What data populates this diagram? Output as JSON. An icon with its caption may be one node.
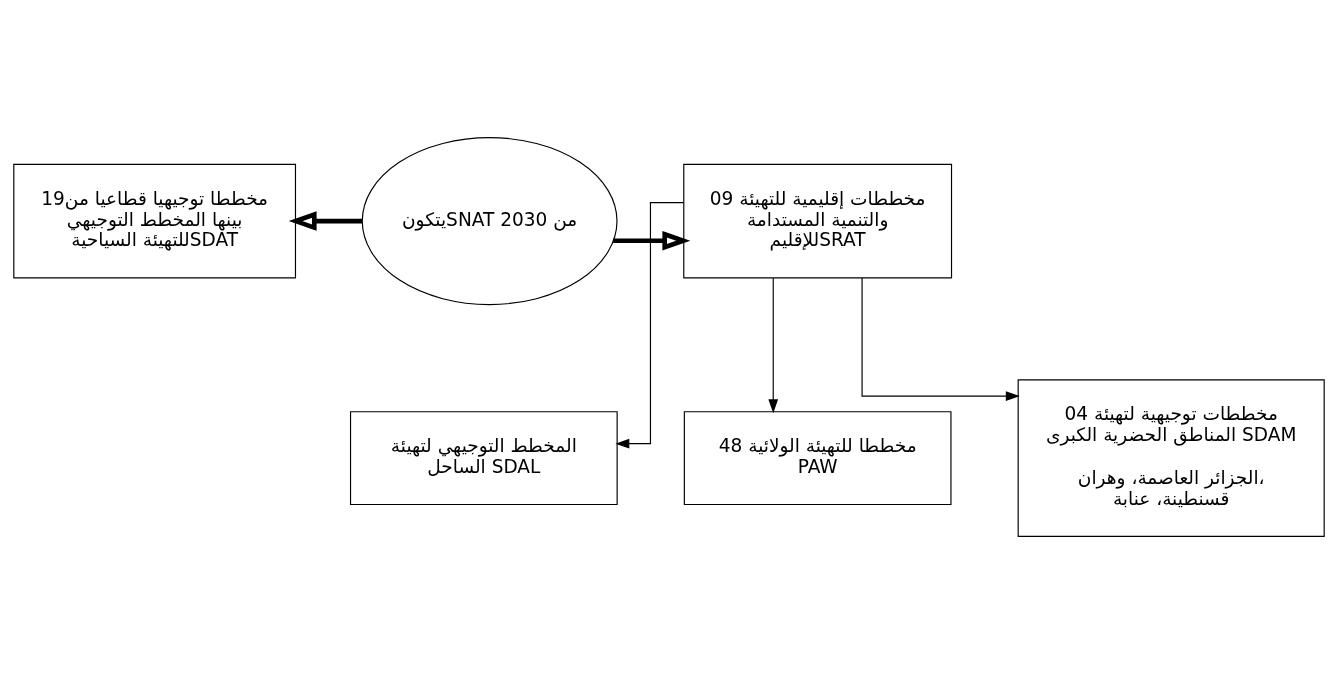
{
  "diagram": {
    "nodes": [
      {
        "text": [
          "يتكونSNAT 2030 من"
        ]
      },
      {
        "text": [
          "19مخططا توجيهيا قطاعيا من بينها المخطط التوجيهي للتهيئة السياحيةSDAT"
        ]
      },
      {
        "text": [
          "09 مخططات إقليمية للتهيئة والتنمية المستدامة للإقليمSRAT"
        ]
      },
      {
        "text": [
          "المخطط التوجيهي لتهيئة الساحل SDAL"
        ]
      },
      {
        "text": [
          "48 مخططا للتهيئة الولائية PAW"
        ]
      },
      {
        "text": [
          "04 مخططات توجيهية لتهيئة المناطق الحضرية الكبرى SDAM",
          "الجزائر العاصمة، وهران، قسنطينة، عنابة"
        ]
      }
    ],
    "edges": [
      {
        "from": 0,
        "to": 1,
        "arrow": "to",
        "style": "thick"
      },
      {
        "from": 0,
        "to": 2,
        "arrow": "to",
        "style": "thick"
      },
      {
        "from": 2,
        "to": 5,
        "arrow": "to"
      },
      {
        "from": 2,
        "to": 4,
        "arrow": "to"
      },
      {
        "from": 2,
        "to": 3,
        "arrow": "to"
      }
    ]
  }
}
